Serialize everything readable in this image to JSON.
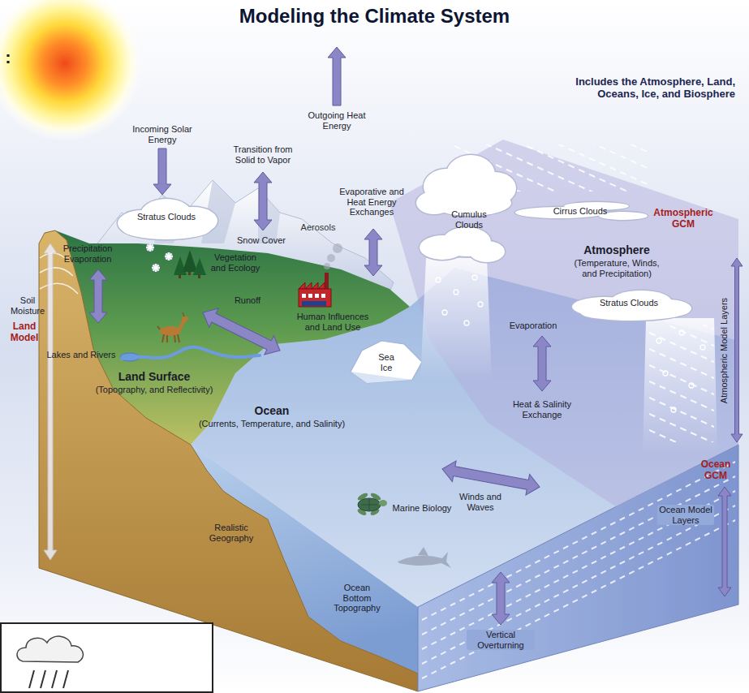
{
  "diagram": {
    "title": "Modeling the Climate System",
    "labels": [
      ":",
      "Includes the Atmosphere, Land, Oceans, Ice, and Biosphere",
      "Incoming Solar Energy",
      "Outgoing Heat Energy",
      "Transition from Solid to Vapor",
      "Evaporative and Heat Energy Exchanges",
      "Stratus Clouds",
      "Cumulus Clouds",
      "Cirrus Clouds",
      "Atmospheric GCM",
      "Aerosols",
      "Precipitation Evaporation",
      "Snow Cover",
      "Atmosphere",
      "(Temperature, Winds, and Precipitation)",
      "Soil Moisture",
      "Vegetation and Ecology",
      "Human Influences and Land Use",
      "Stratus Clouds",
      "Runoff",
      "Lakes and Rivers",
      "Evaporation",
      "Land Model",
      "Land Surface",
      "(Topography, and Reflectivity)",
      "Sea Ice",
      "Atmospheric Model Layers",
      "Ocean",
      "(Currents, Temperature, and Salinity)",
      "Heat & Salinity Exchange",
      "Ocean GCM",
      "Winds and Waves",
      "Marine Biology",
      "Ocean Model Layers",
      "Realistic Geography",
      "Ocean Bottom Topography",
      "Vertical Overturning"
    ]
  }
}
